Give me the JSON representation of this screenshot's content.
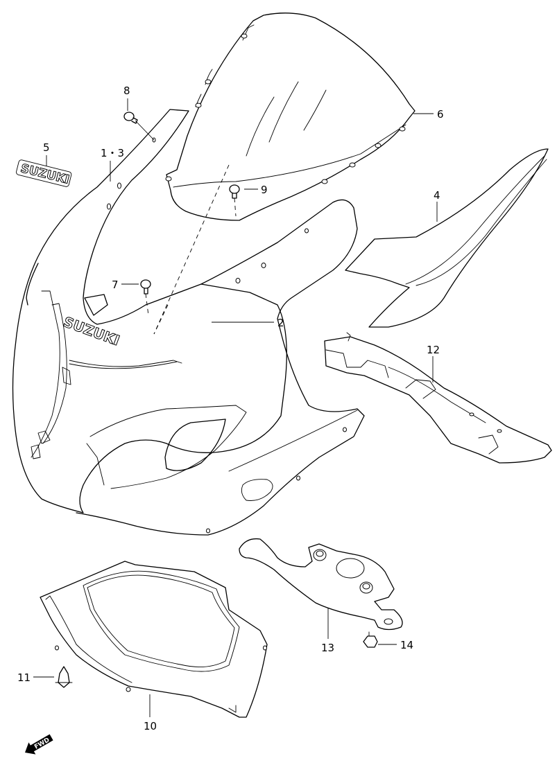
{
  "callouts": {
    "c1": "1・3",
    "c2": "2",
    "c4": "4",
    "c5": "5",
    "c6": "6",
    "c7": "7",
    "c8": "8",
    "c9": "9",
    "c10": "10",
    "c11": "11",
    "c12": "12",
    "c13": "13",
    "c14": "14"
  },
  "brand_text": "SUZUKI",
  "fwd_label": "FWD"
}
